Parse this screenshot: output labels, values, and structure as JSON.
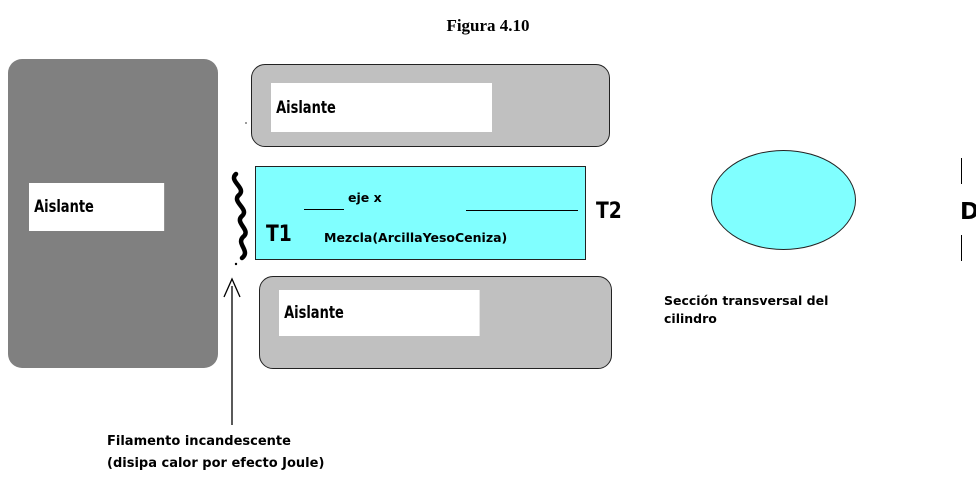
{
  "figure": {
    "title": "Figura 4.10"
  },
  "insulators": {
    "left_block_label": "Aislante",
    "top_panel_label": "Aislante",
    "bottom_panel_label": "Aislante"
  },
  "sample": {
    "axis_label": "eje x",
    "mixture_label": "Mezcla(ArcillaYesoCeniza)",
    "t1_label": "T1",
    "t2_label": "T2"
  },
  "cross_section": {
    "caption_line1": "Sección transversal del",
    "caption_line2": "cilindro",
    "diameter_label": "D"
  },
  "filament": {
    "caption_line1": "Filamento incandescente",
    "caption_line2": "(disipa calor por efecto Joule)"
  },
  "colors": {
    "mixture_fill": "#80ffff",
    "insulator_dark": "#808080",
    "insulator_light": "#c0c0c0"
  }
}
